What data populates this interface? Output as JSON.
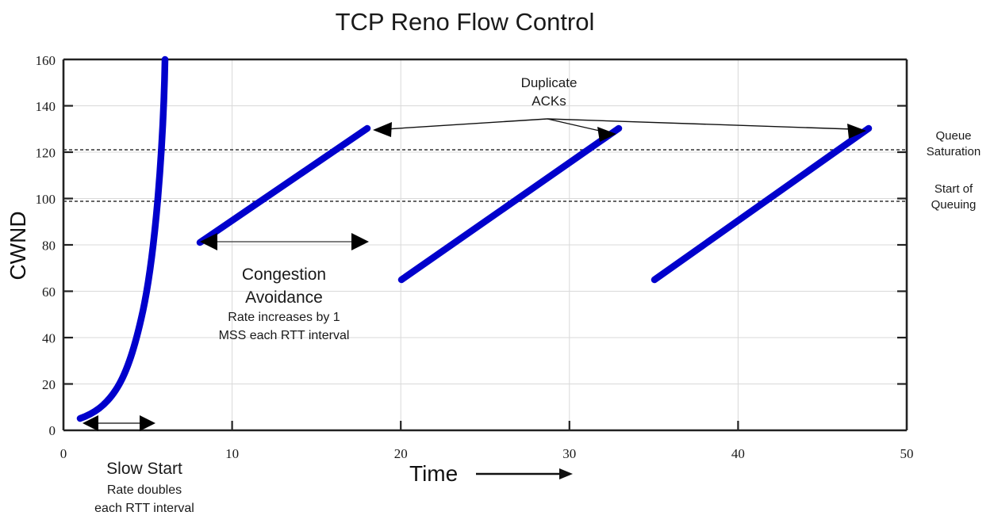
{
  "chart_data": {
    "type": "line",
    "title": "TCP Reno Flow Control",
    "xlabel": "Time",
    "ylabel": "CWND",
    "xlim": [
      0,
      50
    ],
    "ylim": [
      0,
      160
    ],
    "grid": true,
    "legend": "none",
    "x_ticks": [
      "0",
      "10",
      "20",
      "30",
      "40",
      "50"
    ],
    "x_tick_values": [
      0,
      10,
      20,
      30,
      40,
      50
    ],
    "y_ticks": [
      "0",
      "20",
      "40",
      "60",
      "80",
      "100",
      "120",
      "140",
      "160"
    ],
    "y_tick_values": [
      0,
      20,
      40,
      60,
      80,
      100,
      120,
      140,
      160
    ],
    "series": [
      {
        "name": "Slow Start",
        "color": "#0000CC",
        "kind": "curve",
        "points": [
          [
            1.0,
            5
          ],
          [
            1.6,
            6
          ],
          [
            2.2,
            8
          ],
          [
            2.8,
            11
          ],
          [
            3.4,
            16
          ],
          [
            4.0,
            22
          ],
          [
            4.6,
            32
          ],
          [
            5.0,
            42
          ],
          [
            5.4,
            60
          ],
          [
            5.7,
            90
          ],
          [
            5.9,
            125
          ],
          [
            6.0,
            160
          ]
        ]
      },
      {
        "name": "Congestion Avoidance 1",
        "color": "#0000CC",
        "kind": "segment",
        "points": [
          [
            8.1,
            81
          ],
          [
            18.0,
            130
          ]
        ]
      },
      {
        "name": "Congestion Avoidance 2",
        "color": "#0000CC",
        "kind": "segment",
        "points": [
          [
            20.0,
            65
          ],
          [
            32.9,
            130
          ]
        ]
      },
      {
        "name": "Congestion Avoidance 3",
        "color": "#0000CC",
        "kind": "segment",
        "points": [
          [
            35.0,
            65
          ],
          [
            47.7,
            130
          ]
        ]
      }
    ],
    "reference_lines": [
      {
        "label": "Queue Saturation",
        "value": 121,
        "style": "dotted"
      },
      {
        "label": "Start of Queuing",
        "value": 99,
        "style": "dotted"
      }
    ],
    "annotations": [
      {
        "id": "slow-start",
        "heading": "Slow Start",
        "lines": [
          "Rate doubles",
          "each RTT interval"
        ],
        "span_start": 1.2,
        "span_end": 5.4,
        "span_value": 2
      },
      {
        "id": "congestion-avoidance",
        "heading_lines": [
          "Congestion",
          "Avoidance"
        ],
        "lines": [
          "Rate increases by 1",
          "MSS each RTT interval"
        ],
        "span_start": 8.1,
        "span_end": 17.9,
        "span_value": 81
      },
      {
        "id": "duplicate-acks",
        "heading_lines": [
          "Duplicate",
          "ACKs"
        ],
        "targets": [
          18.0,
          32.9,
          47.7
        ],
        "target_value": 130
      }
    ]
  },
  "axis": {
    "y_label": "CWND",
    "x_label": "Time",
    "x_label_arrow": "arrow-right"
  },
  "right_labels": [
    {
      "line1": "Queue",
      "line2": "Saturation"
    },
    {
      "line1": "Start of",
      "line2": "Queuing"
    }
  ],
  "colors": {
    "series": "#0000CC",
    "axis": "#222222",
    "grid": "#D9D9D9",
    "reference": "#333333",
    "text": "#1a1a1a"
  }
}
